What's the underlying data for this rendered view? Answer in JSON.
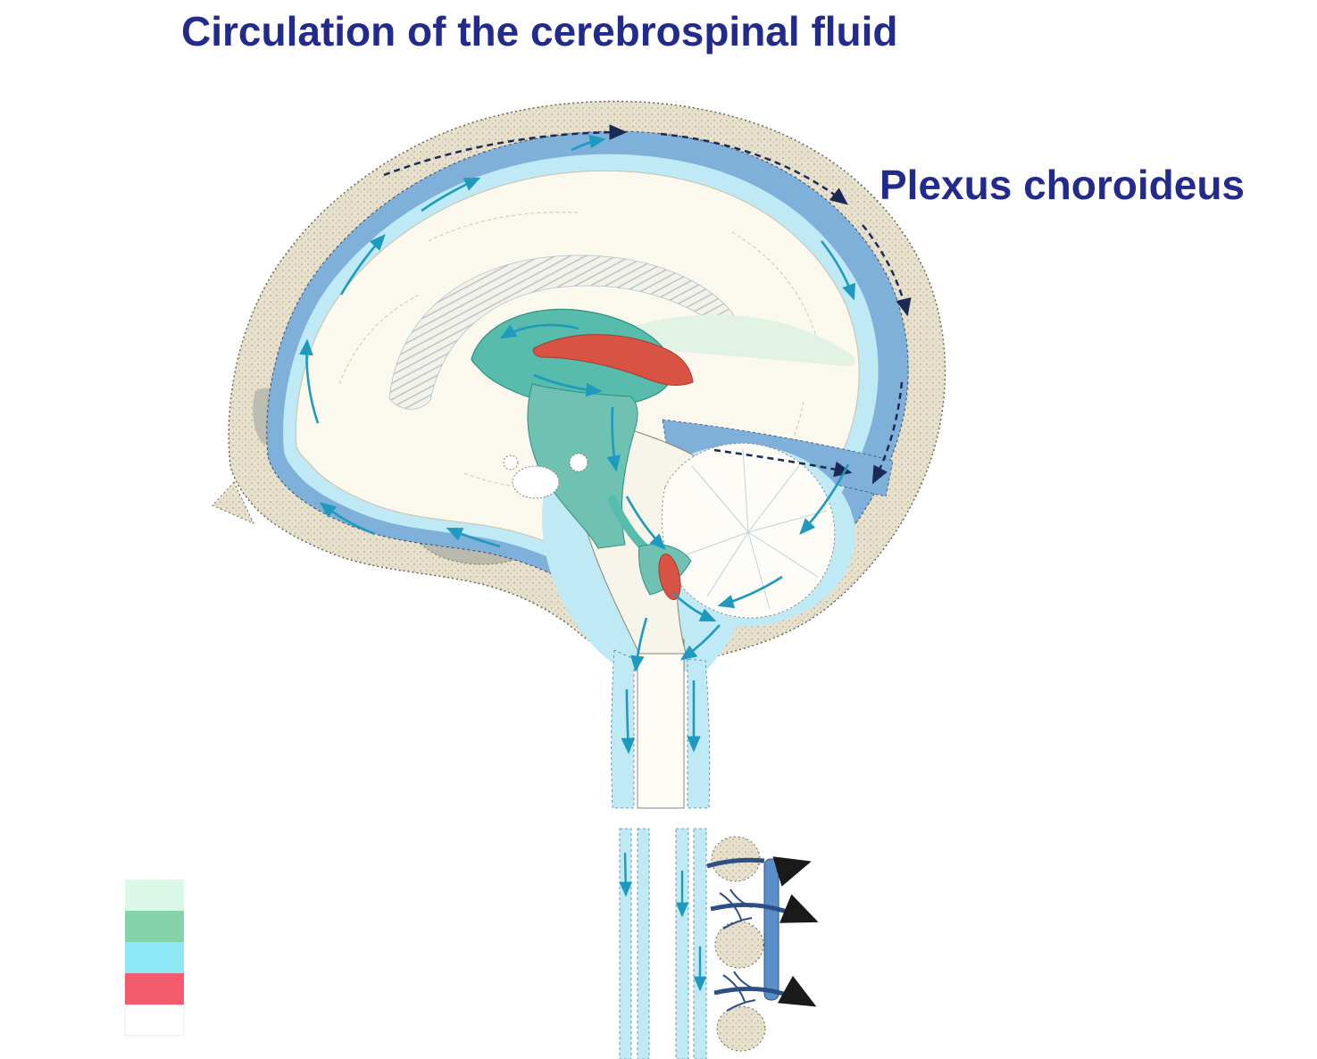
{
  "title": "Circulation of the cerebrospinal fluid",
  "annotation_label": "Plexus choroideus",
  "colors": {
    "title_text": "#232a8e",
    "skull_bone": "#e6e0cd",
    "dural_venous_blue": "#7fb0da",
    "csf_light_blue": "#bfe9f5",
    "ventricle_teal": "#57bcab",
    "choroid_plexus_red": "#d85343",
    "brain_tissue": "#fbf8ee",
    "flow_arrow_teal": "#1d9abe",
    "flow_arrow_navy": "#1b2a55"
  },
  "legend": {
    "swatches": [
      {
        "name": "pale-mint-swatch",
        "color": "#daf8e7"
      },
      {
        "name": "green-swatch",
        "color": "#85d4a9"
      },
      {
        "name": "cyan-swatch",
        "color": "#8de7f5"
      },
      {
        "name": "red-swatch",
        "color": "#f25c6c"
      },
      {
        "name": "white-swatch",
        "color": "#ffffff"
      }
    ]
  }
}
